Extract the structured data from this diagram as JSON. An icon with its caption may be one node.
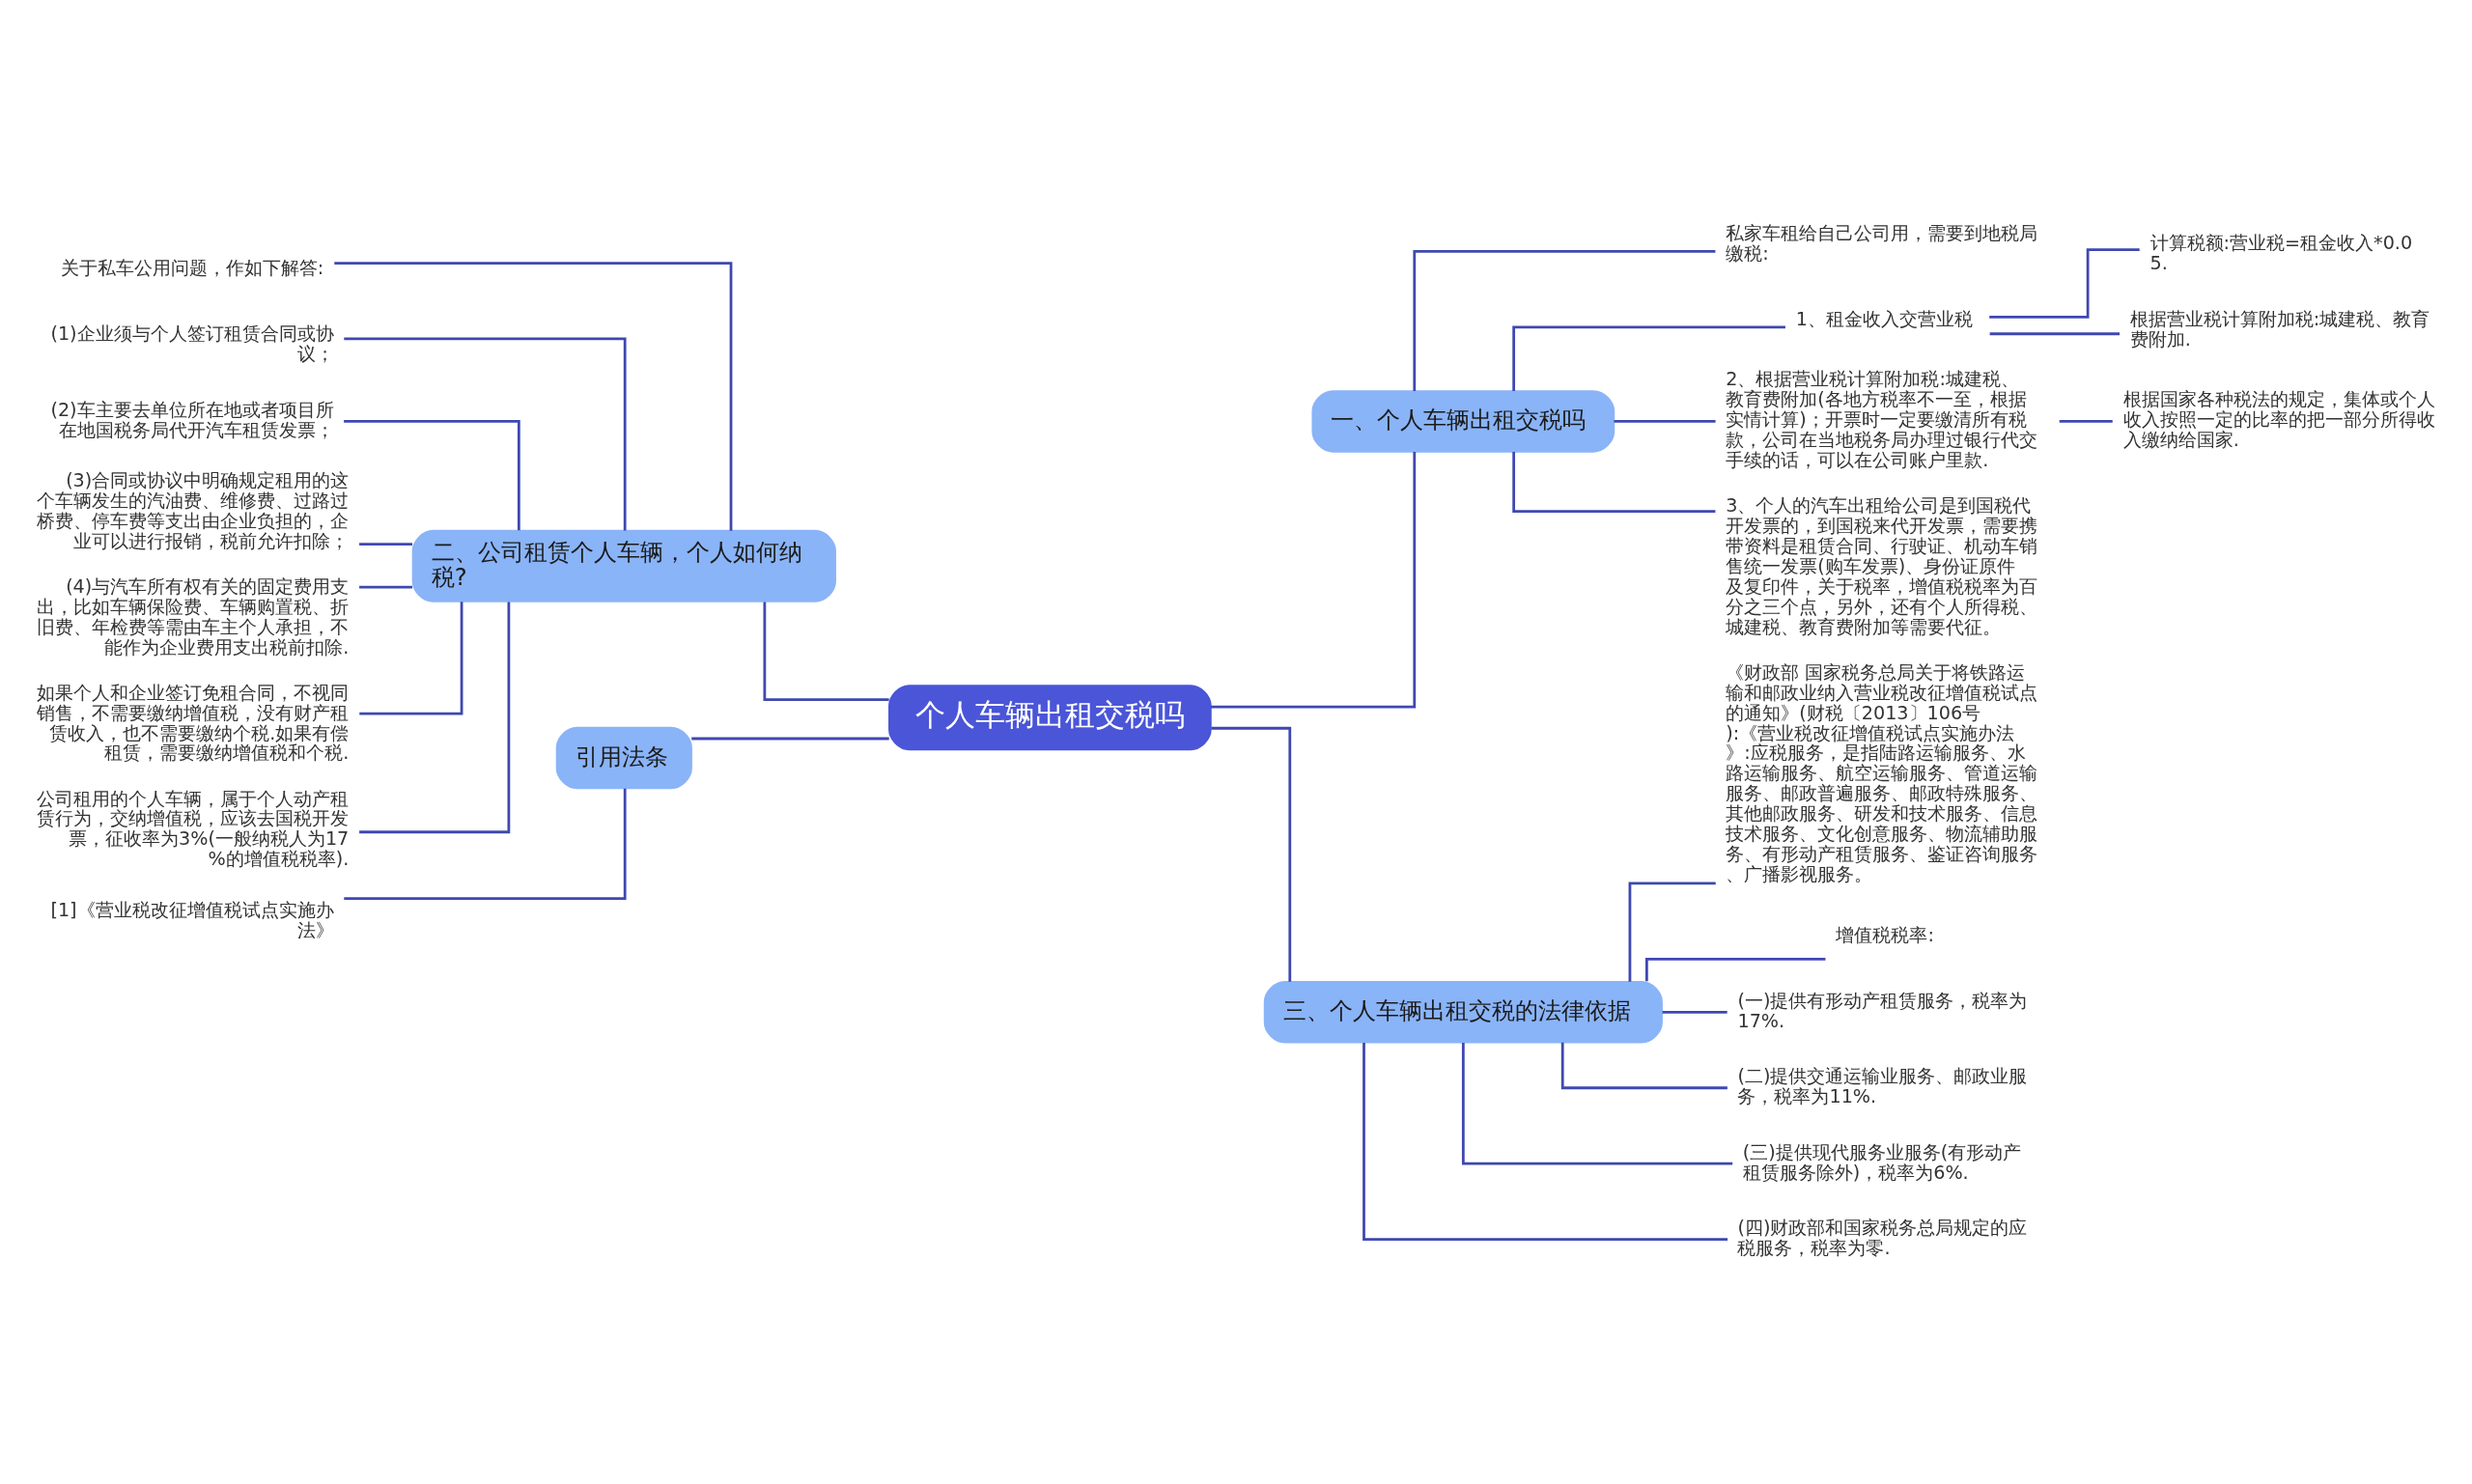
{
  "diagram": {
    "nodes": [
      {
        "text": [
          "个人车辆出租交税吗"
        ]
      },
      {
        "text": [
          "一、个人车辆出租交税吗"
        ]
      },
      {
        "text": [
          "私家车租给自己公司用，需要到地税局缴税:"
        ]
      },
      {
        "text": [
          "1、租金收入交营业税"
        ]
      },
      {
        "text": [
          "计算税额:营业税=租金收入*0.05."
        ]
      },
      {
        "text": [
          "根据营业税计算附加税:城建税、教育费附加."
        ]
      },
      {
        "text": [
          "2、根据营业税计算附加税:城建税、教育费附加(各地方税率不一至，根据实情计算)；开票时一定要缴清所有税款，公司在当地税务局办理过银行代交手续的话，可以在公司账户里款."
        ]
      },
      {
        "text": [
          "根据国家各种税法的规定，集体或个人收入按照一定的比率的把一部分所得收入缴纳给国家."
        ]
      },
      {
        "text": [
          "3、个人的汽车出租给公司是到国税代开发票的，到国税来代开发票，需要携带资料是租赁合同、行驶证、机动车销售统一发票(购车发票)、身份证原件及复印件，关于税率，增值税税率为百分之三个点，另外，还有个人所得税、城建税、教育费附加等需要代征。"
        ]
      },
      {
        "text": [
          "三、个人车辆出租交税的法律依据"
        ]
      },
      {
        "text": [
          "《财政部 国家税务总局关于将铁路运输和邮政业纳入营业税改征增值税试点的通知》(财税〔2013〕106号):《营业税改征增值税试点实施办法》:应税服务，是指陆路运输服务、水路运输服务、航空运输服务、管道运输服务、邮政普遍服务、邮政特殊服务、其他邮政服务、研发和技术服务、信息技术服务、文化创意服务、物流辅助服务、有形动产租赁服务、鉴证咨询服务、广播影视服务。"
        ]
      },
      {
        "text": [
          "增值税税率:"
        ]
      },
      {
        "text": [
          "(一)提供有形动产租赁服务，税率为17%."
        ]
      },
      {
        "text": [
          "(二)提供交通运输业服务、邮政业服务，税率为11%."
        ]
      },
      {
        "text": [
          "(三)提供现代服务业服务(有形动产租赁服务除外)，税率为6%."
        ]
      },
      {
        "text": [
          "(四)财政部和国家税务总局规定的应税服务，税率为零."
        ]
      },
      {
        "text": [
          "二、公司租赁个人车辆，个人如何纳税?"
        ]
      },
      {
        "text": [
          "关于私车公用问题，作如下解答:"
        ]
      },
      {
        "text": [
          "(1)企业须与个人签订租赁合同或协议；"
        ]
      },
      {
        "text": [
          "(2)车主要去单位所在地或者项目所在地国税务局代开汽车租赁发票；"
        ]
      },
      {
        "text": [
          "(3)合同或协议中明确规定租用的这个车辆发生的汽油费、维修费、过路过桥费、停车费等支出由企业负担的，企业可以进行报销，税前允许扣除；"
        ]
      },
      {
        "text": [
          "(4)与汽车所有权有关的固定费用支出，比如车辆保险费、车辆购置税、折旧费、年检费等需由车主个人承担，不能作为企业费用支出税前扣除."
        ]
      },
      {
        "text": [
          "如果个人和企业签订免租合同，不视同销售，不需要缴纳增值税，没有财产租赁收入，也不需要缴纳个税.如果有偿租赁，需要缴纳增值税和个税."
        ]
      },
      {
        "text": [
          "公司租用的个人车辆，属于个人动产租赁行为，交纳增值税，应该去国税开发票，征收率为3%(一般纳税人为17%的增值税税率)."
        ]
      },
      {
        "text": [
          "引用法条"
        ]
      },
      {
        "text": [
          "[1]《营业税改征增值税试点实施办法》"
        ]
      }
    ],
    "edges": [
      {
        "from": 0,
        "to": 1,
        "arrow": "none"
      },
      {
        "from": 1,
        "to": 2,
        "arrow": "none"
      },
      {
        "from": 1,
        "to": 3,
        "arrow": "none"
      },
      {
        "from": 3,
        "to": 4,
        "arrow": "none"
      },
      {
        "from": 3,
        "to": 5,
        "arrow": "none"
      },
      {
        "from": 1,
        "to": 6,
        "arrow": "none"
      },
      {
        "from": 6,
        "to": 7,
        "arrow": "none"
      },
      {
        "from": 1,
        "to": 8,
        "arrow": "none"
      },
      {
        "from": 0,
        "to": 9,
        "arrow": "none"
      },
      {
        "from": 9,
        "to": 10,
        "arrow": "none"
      },
      {
        "from": 9,
        "to": 11,
        "arrow": "none"
      },
      {
        "from": 9,
        "to": 12,
        "arrow": "none"
      },
      {
        "from": 9,
        "to": 13,
        "arrow": "none"
      },
      {
        "from": 9,
        "to": 14,
        "arrow": "none"
      },
      {
        "from": 9,
        "to": 15,
        "arrow": "none"
      },
      {
        "from": 0,
        "to": 16,
        "arrow": "none"
      },
      {
        "from": 16,
        "to": 17,
        "arrow": "none"
      },
      {
        "from": 16,
        "to": 18,
        "arrow": "none"
      },
      {
        "from": 16,
        "to": 19,
        "arrow": "none"
      },
      {
        "from": 16,
        "to": 20,
        "arrow": "none"
      },
      {
        "from": 16,
        "to": 21,
        "arrow": "none"
      },
      {
        "from": 16,
        "to": 22,
        "arrow": "none"
      },
      {
        "from": 16,
        "to": 23,
        "arrow": "none"
      },
      {
        "from": 0,
        "to": 24,
        "arrow": "none"
      },
      {
        "from": 24,
        "to": 25,
        "arrow": "none"
      }
    ]
  }
}
